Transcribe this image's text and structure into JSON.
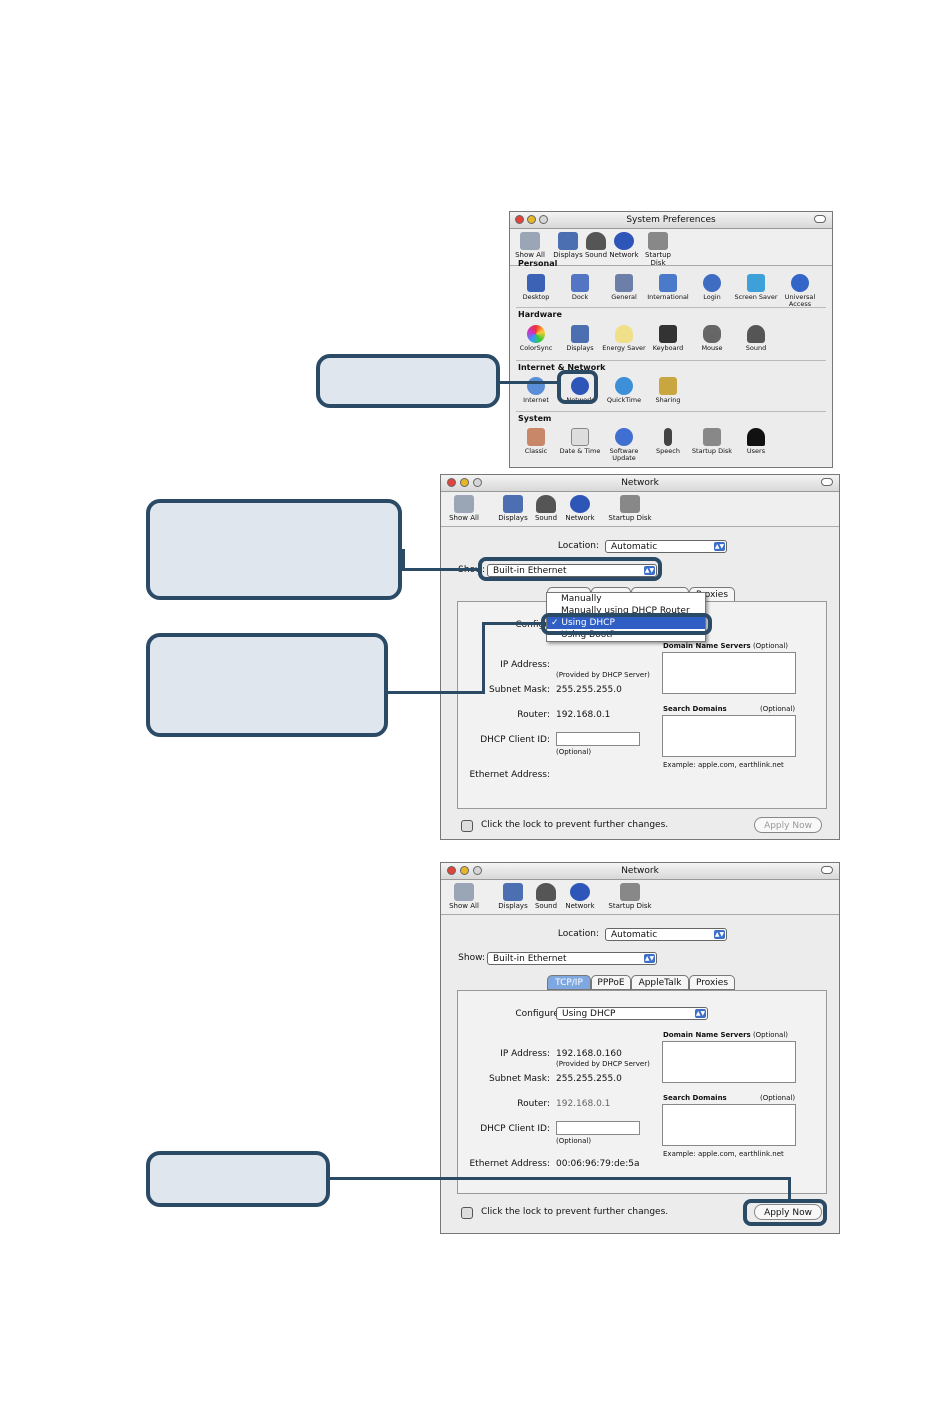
{
  "sysprefs": {
    "title": "System Preferences",
    "toolbar": [
      "Show All",
      "Displays",
      "Sound",
      "Network",
      "Startup Disk"
    ],
    "sections": [
      {
        "label": "Personal",
        "items": [
          "Desktop",
          "Dock",
          "General",
          "International",
          "Login",
          "Screen Saver",
          "Universal Access"
        ]
      },
      {
        "label": "Hardware",
        "items": [
          "ColorSync",
          "Displays",
          "Energy Saver",
          "Keyboard",
          "Mouse",
          "Sound"
        ]
      },
      {
        "label": "Internet & Network",
        "items": [
          "Internet",
          "Network",
          "QuickTime",
          "Sharing"
        ]
      },
      {
        "label": "System",
        "items": [
          "Classic",
          "Date & Time",
          "Software Update",
          "Speech",
          "Startup Disk",
          "Users"
        ]
      }
    ]
  },
  "net1": {
    "title": "Network",
    "toolbar": [
      "Show All",
      "Displays",
      "Sound",
      "Network",
      "Startup Disk"
    ],
    "location_label": "Location:",
    "location_value": "Automatic",
    "show_label": "Show:",
    "show_value": "Built-in Ethernet",
    "tab_visible": "Proxies",
    "configure_label": "Configure:",
    "menu_items": [
      "Manually",
      "Manually using DHCP Router",
      "Using DHCP",
      "Using BootP"
    ],
    "menu_selected_index": 2,
    "dns_label": "Domain Name Servers",
    "optional": "(Optional)",
    "ip_label": "IP Address:",
    "provided": "(Provided by DHCP Server)",
    "subnet_label": "Subnet Mask:",
    "subnet_value": "255.255.255.0",
    "router_label": "Router:",
    "router_value": "192.168.0.1",
    "search_label": "Search Domains",
    "dhcp_label": "DHCP Client ID:",
    "dhcp_optional": "(Optional)",
    "example": "Example: apple.com, earthlink.net",
    "ethernet_label": "Ethernet Address:",
    "lock_text": "Click the lock to prevent further changes.",
    "apply": "Apply Now"
  },
  "net2": {
    "title": "Network",
    "toolbar": [
      "Show All",
      "Displays",
      "Sound",
      "Network",
      "Startup Disk"
    ],
    "location_label": "Location:",
    "location_value": "Automatic",
    "show_label": "Show:",
    "show_value": "Built-in Ethernet",
    "tabs": [
      "TCP/IP",
      "PPPoE",
      "AppleTalk",
      "Proxies"
    ],
    "configure_label": "Configure:",
    "configure_value": "Using DHCP",
    "dns_label": "Domain Name Servers",
    "optional": "(Optional)",
    "ip_label": "IP Address:",
    "ip_value": "192.168.0.160",
    "provided": "(Provided by DHCP Server)",
    "subnet_label": "Subnet Mask:",
    "subnet_value": "255.255.255.0",
    "router_label": "Router:",
    "router_value": "192.168.0.1",
    "search_label": "Search Domains",
    "dhcp_label": "DHCP Client ID:",
    "dhcp_optional": "(Optional)",
    "example": "Example: apple.com, earthlink.net",
    "ethernet_label": "Ethernet Address:",
    "ethernet_value": "00:06:96:79:de:5a",
    "lock_text": "Click the lock to prevent further changes.",
    "apply": "Apply Now"
  },
  "colors": {
    "callout_border": "#2a4a66",
    "callout_fill": "#dfe6ee",
    "accent": "#2f5fc4"
  }
}
